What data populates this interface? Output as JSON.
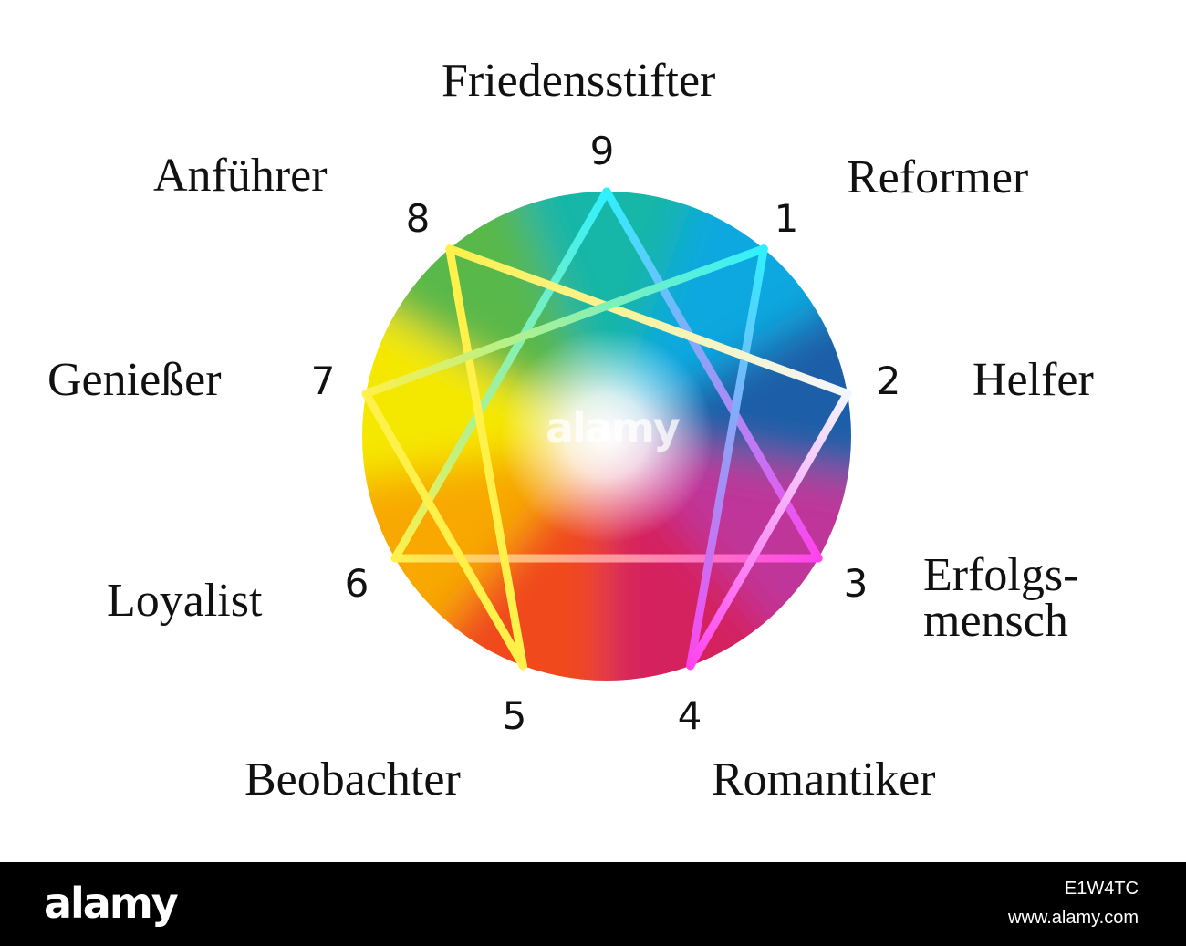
{
  "diagram": {
    "types": [
      {
        "number": "9",
        "name": "Friedensstifter",
        "color": "#19b6a8"
      },
      {
        "number": "1",
        "name": "Reformer",
        "color": "#0aa8e0"
      },
      {
        "number": "2",
        "name": "Helfer",
        "color": "#1f5fa8"
      },
      {
        "number": "3",
        "name": "Erfolgs-\nmensch",
        "color": "#c0359a"
      },
      {
        "number": "4",
        "name": "Romantiker",
        "color": "#d4245e"
      },
      {
        "number": "5",
        "name": "Beobachter",
        "color": "#f04a1a"
      },
      {
        "number": "6",
        "name": "Loyalist",
        "color": "#f8a800"
      },
      {
        "number": "7",
        "name": "Genießer",
        "color": "#f5e800"
      },
      {
        "number": "8",
        "name": "Anführer",
        "color": "#58b848"
      }
    ],
    "line_colors": {
      "cyan": "#30f0ff",
      "yellow": "#fff04a",
      "magenta": "#ff44ee",
      "light": "#f2f6ff"
    }
  },
  "watermark": {
    "text": "alamy"
  },
  "footer": {
    "brand": "alamy",
    "image_id": "E1W4TC",
    "url": "www.alamy.com"
  }
}
